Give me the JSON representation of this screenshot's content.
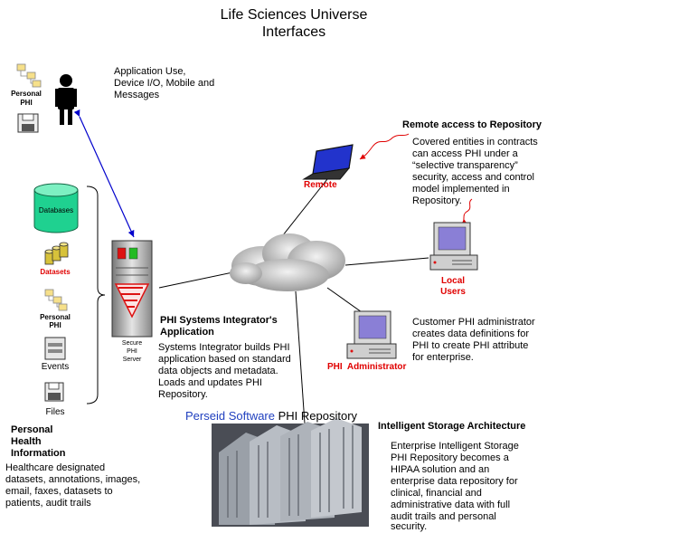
{
  "title": {
    "line1": "Life Sciences Universe",
    "line2": "Interfaces"
  },
  "top_left": {
    "phi_label_line1": "Personal",
    "phi_label_line2": "PHI",
    "app_use_line1": "Application Use,",
    "app_use_line2": "Device I/O, Mobile and",
    "app_use_line3": "Messages"
  },
  "data_sources": {
    "databases": "Databases",
    "datasets": "Datasets",
    "personal_phi_line1": "Personal",
    "personal_phi_line2": "PHI",
    "events": "Events",
    "files": "Files"
  },
  "personal_health": {
    "heading_line1": "Personal",
    "heading_line2": "Health",
    "heading_line3": "Information",
    "desc_line1": "Healthcare designated",
    "desc_line2": "datasets, annotations, images,",
    "desc_line3": "email, faxes, datasets to",
    "desc_line4": "patients, audit trails"
  },
  "server": {
    "label_line1": "Secure",
    "label_line2": "PHI",
    "label_line3": "Server"
  },
  "integrator": {
    "heading_line1": "PHI Systems Integrator's",
    "heading_line2": "Application",
    "desc_line1": "Systems Integrator builds PHI",
    "desc_line2": "application based on standard",
    "desc_line3": "data objects and metadata.",
    "desc_line4": "Loads and updates PHI",
    "desc_line5": "Repository."
  },
  "remote": {
    "label": "Remote",
    "heading": "Remote access to Repository",
    "desc_line1": "Covered entities in contracts",
    "desc_line2": "can access PHI under a",
    "desc_line3": "“selective transparency”",
    "desc_line4": "security, access and control",
    "desc_line5": "model implemented in",
    "desc_line6": "Repository."
  },
  "local_users": {
    "label_line1": "Local",
    "label_line2": "Users"
  },
  "administrator": {
    "label": "PHI  Administrator",
    "desc_line1": "Customer PHI administrator",
    "desc_line2": "creates data definitions for",
    "desc_line3": "PHI to create PHI attribute",
    "desc_line4": "for enterprise."
  },
  "repository": {
    "brand": "Perseid Software",
    "suffix": " PHI Repository",
    "brand_color": "#1f3fbf"
  },
  "storage": {
    "heading": "Intelligent Storage Architecture",
    "desc_line1": "Enterprise Intelligent Storage",
    "desc_line2": "PHI Repository becomes a",
    "desc_line3": "HIPAA solution and an",
    "desc_line4": "enterprise data repository for",
    "desc_line5": "clinical, financial and",
    "desc_line6": "administrative data with full",
    "desc_line7": "audit trails and personal",
    "desc_line8": "security."
  },
  "colors": {
    "label_red": "#e00000",
    "arrow_blue": "#0000cc",
    "cloud_gray": "#c9c9c9",
    "database_green": "#1fd190"
  }
}
